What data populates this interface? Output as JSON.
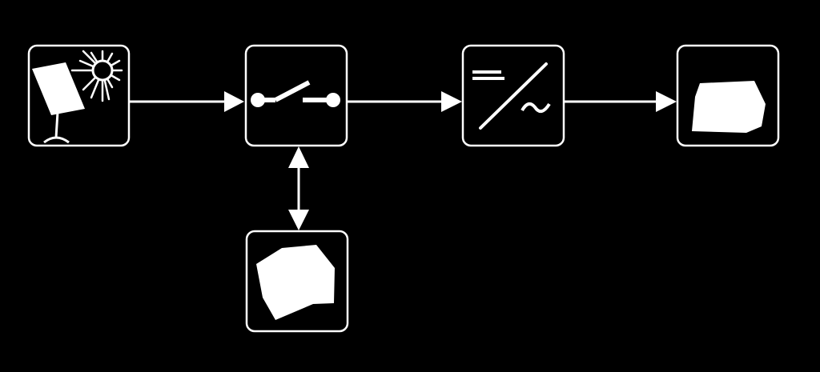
{
  "diagram": {
    "background": "#000000",
    "foreground": "#ffffff",
    "nodes": [
      {
        "id": "solar-panel",
        "icon": "solar-panel-icon"
      },
      {
        "id": "switch",
        "icon": "switch-icon"
      },
      {
        "id": "inverter",
        "icon": "dc-ac-inverter-icon"
      },
      {
        "id": "load",
        "icon": "load-block-icon"
      },
      {
        "id": "battery",
        "icon": "battery-block-icon"
      }
    ],
    "edges": [
      {
        "from": "solar-panel",
        "to": "switch",
        "direction": "forward"
      },
      {
        "from": "switch",
        "to": "inverter",
        "direction": "forward"
      },
      {
        "from": "inverter",
        "to": "load",
        "direction": "forward"
      },
      {
        "from": "switch",
        "to": "battery",
        "direction": "bidirectional"
      }
    ]
  }
}
